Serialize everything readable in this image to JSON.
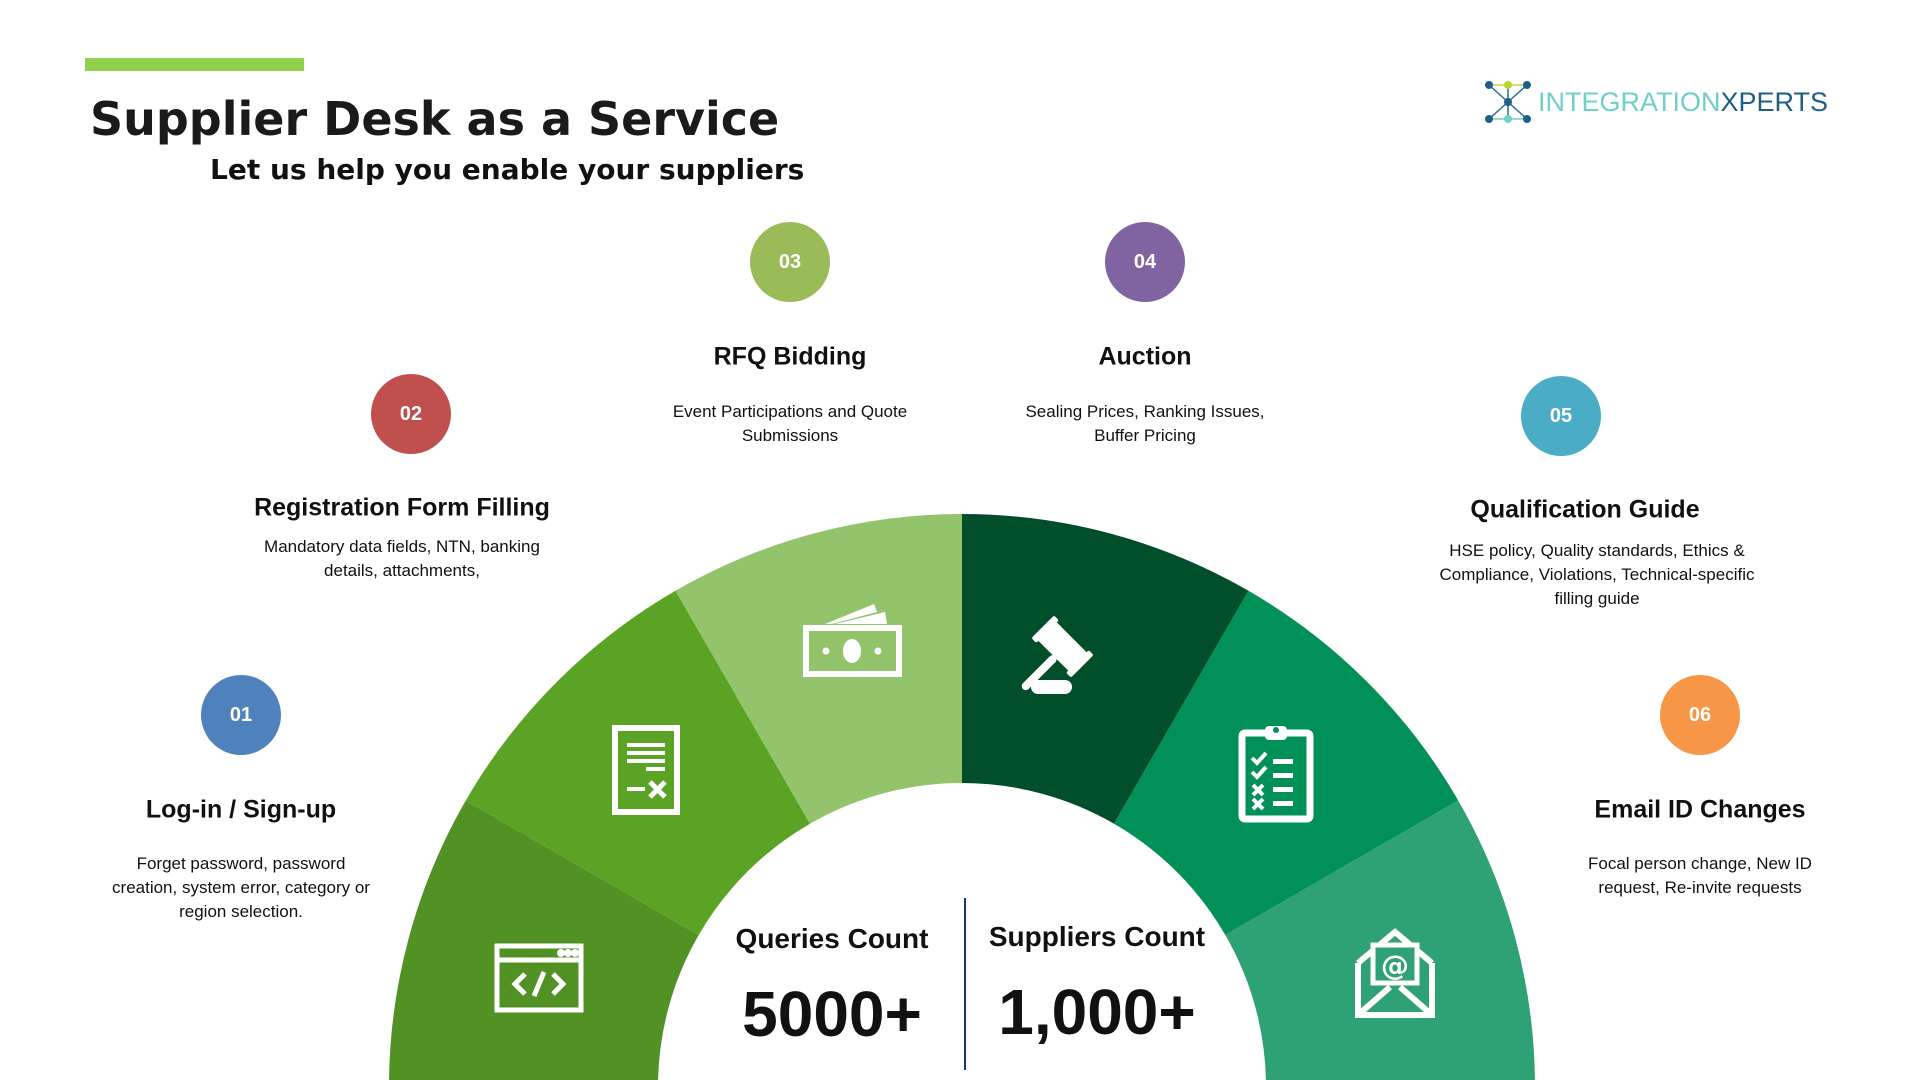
{
  "header": {
    "title": "Supplier Desk as a Service",
    "subtitle": "Let us help you enable your suppliers",
    "accent_color": "#92d050"
  },
  "logo": {
    "part1": "INTEGRATION",
    "part2": "XPERTS"
  },
  "steps": [
    {
      "number": "01",
      "title": "Log-in / Sign-up",
      "desc": [
        "Forget password, password",
        "creation, system error, category or",
        "region selection."
      ],
      "color": "#4f81bd",
      "segment_color": "#529224",
      "icon": "code-window-icon"
    },
    {
      "number": "02",
      "title": "Registration Form Filling",
      "desc": [
        "Mandatory data fields, NTN, banking",
        "details, attachments,"
      ],
      "color": "#c0504d",
      "segment_color": "#5aa324",
      "icon": "document-form-icon"
    },
    {
      "number": "03",
      "title": "RFQ Bidding",
      "desc": [
        "Event Participations and Quote",
        "Submissions"
      ],
      "color": "#9bbb59",
      "segment_color": "#93c36b",
      "icon": "money-icon"
    },
    {
      "number": "04",
      "title": "Auction",
      "desc": [
        "Sealing Prices, Ranking Issues,",
        "Buffer Pricing"
      ],
      "color": "#8064a2",
      "segment_color": "#014e2b",
      "icon": "gavel-icon"
    },
    {
      "number": "05",
      "title": "Qualification Guide",
      "desc": [
        "HSE policy, Quality standards, Ethics &",
        "Compliance, Violations, Technical-specific",
        "filling guide"
      ],
      "color": "#4bacc6",
      "segment_color": "#009058",
      "icon": "clipboard-checklist-icon"
    },
    {
      "number": "06",
      "title": "Email ID Changes",
      "desc": [
        "Focal person change, New ID",
        "request, Re-invite requests"
      ],
      "color": "#f79646",
      "segment_color": "#2ea275",
      "icon": "email-envelope-icon"
    }
  ],
  "stats": {
    "queries_label": "Queries Count",
    "queries_value": "5000+",
    "suppliers_label": "Suppliers Count",
    "suppliers_value": "1,000+"
  }
}
